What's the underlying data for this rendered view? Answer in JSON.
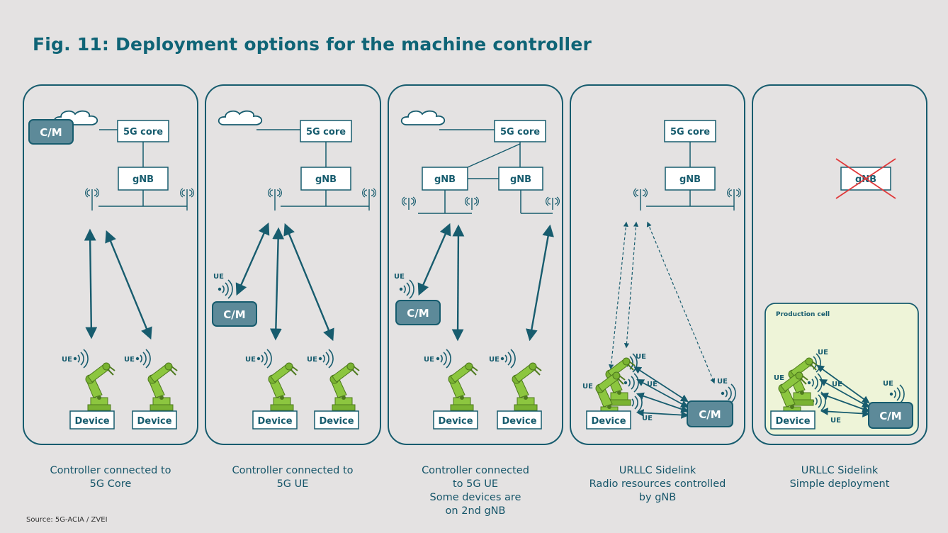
{
  "title": "Fig. 11: Deployment options for the machine controller",
  "source": "Source: 5G-ACIA / ZVEI",
  "labels": {
    "core": "5G core",
    "gnb": "gNB",
    "cm": "C/M",
    "device": "Device",
    "ue": "UE",
    "production_cell": "Production cell"
  },
  "panels": [
    {
      "caption": [
        "Controller connected to",
        "5G Core"
      ]
    },
    {
      "caption": [
        "Controller connected to",
        "5G UE"
      ]
    },
    {
      "caption": [
        "Controller connected",
        "to 5G UE",
        "Some devices are",
        "on 2nd gNB"
      ]
    },
    {
      "caption": [
        "URLLC Sidelink",
        "Radio resources controlled",
        "by gNB"
      ]
    },
    {
      "caption": [
        "URLLC Sidelink",
        "Simple deployment"
      ]
    }
  ],
  "colors": {
    "teal": "#175c6e",
    "cm_fill": "#5d8a99",
    "robot_green": "#8cc63f",
    "cell_fill": "#eef4d8",
    "cross": "#e0393b",
    "background": "#e4e2e2"
  }
}
